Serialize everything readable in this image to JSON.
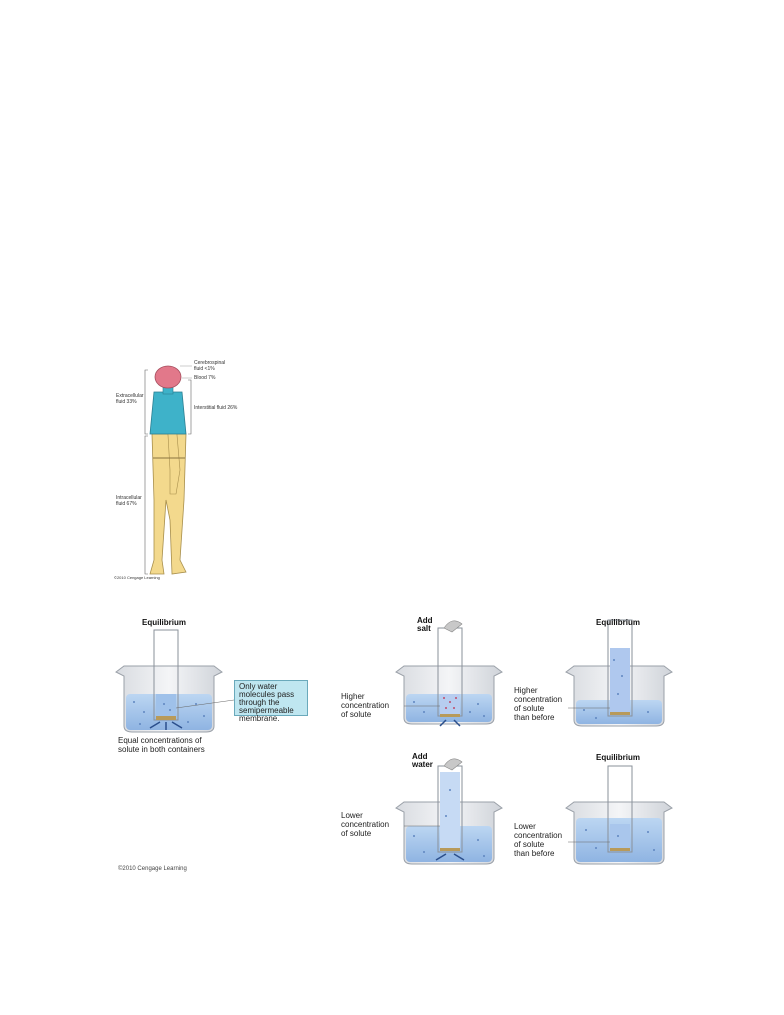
{
  "body_fluid_figure": {
    "labels": {
      "cerebrospinal": "Cerebrospinal\nfluid <1%",
      "blood": "Blood 7%",
      "interstitial": "Interstitial fluid 26%",
      "extracellular": "Extracellular\nfluid 33%",
      "intracellular": "Intracellular\nfluid 67%"
    },
    "copyright": "©2010 Cengage Learning"
  },
  "osmosis_figure": {
    "panels": {
      "equilibrium_left": {
        "title": "Equilibrium",
        "caption": "Equal concentrations of\nsolute in both containers"
      },
      "add_salt": {
        "title": "Add\nsalt",
        "caption": "Higher\nconcentration\nof solute"
      },
      "equilibrium_salt": {
        "title": "Equilibrium",
        "caption": "Higher\nconcentration\nof solute\nthan before"
      },
      "add_water": {
        "title": "Add\nwater",
        "caption": "Lower\nconcentration\nof solute"
      },
      "equilibrium_water": {
        "title": "Equilibrium",
        "caption": "Lower\nconcentration\nof solute\nthan before"
      }
    },
    "callout": "Only water\nmolecules pass\nthrough the\nsemipermeable\nmembrane.",
    "copyright": "©2010 Cengage Learning"
  },
  "colors": {
    "head": "#e2788a",
    "torso": "#3eb2c9",
    "lower_body": "#f3d98d",
    "water": "#a9c8ec",
    "membrane": "#b89a5a",
    "callout_bg": "#bfe6f0"
  }
}
